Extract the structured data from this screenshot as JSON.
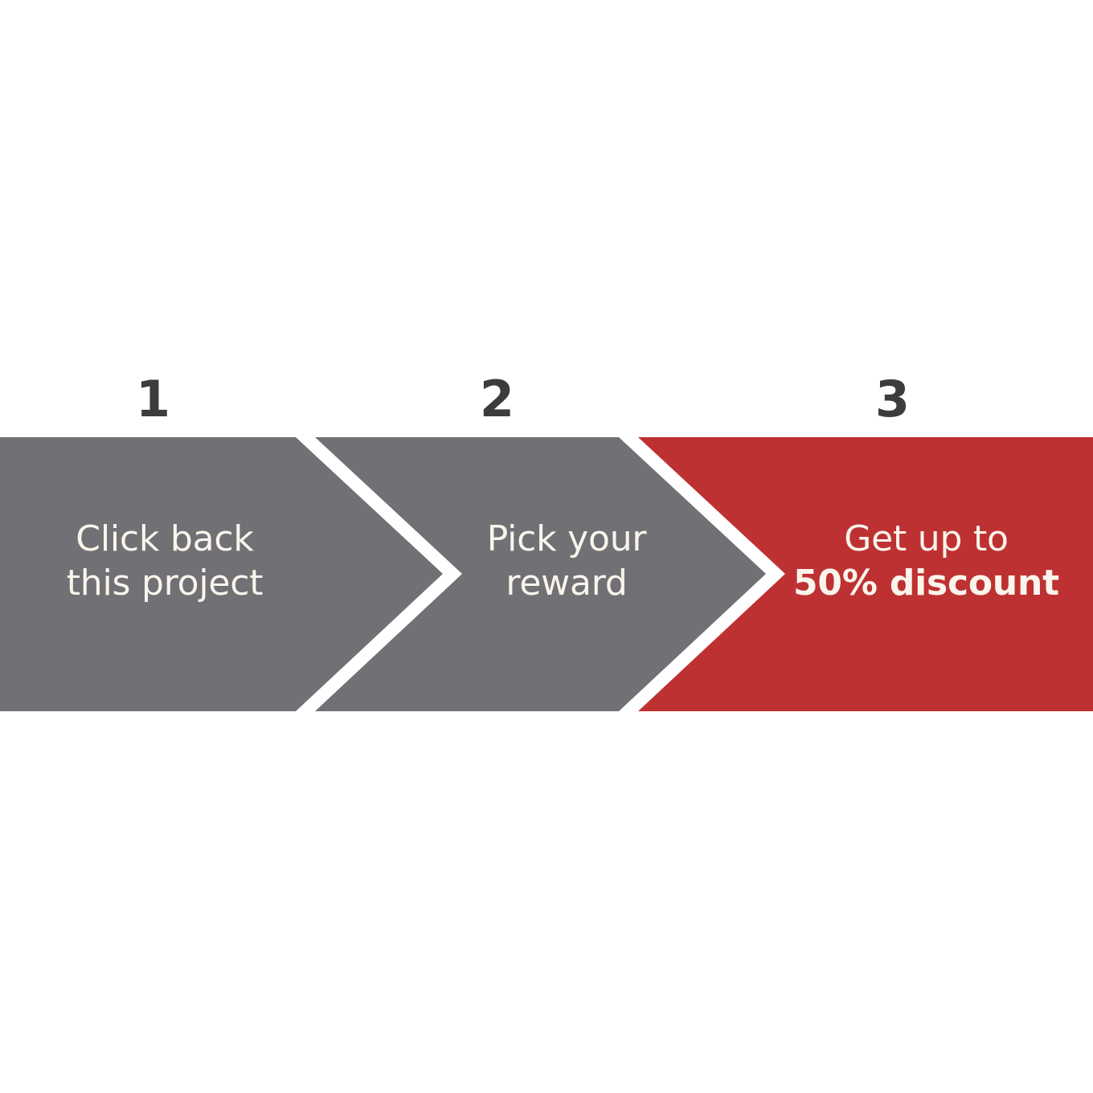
{
  "diagram": {
    "type": "chevron-process",
    "orientation": "horizontal",
    "background_color": "#FFFFFF",
    "step_number_color": "#3C3C3E",
    "label_text_color": "#FAF5EC",
    "separator_color": "#FFFFFF",
    "steps": [
      {
        "number": "1",
        "fill_color": "#717175",
        "state": "default",
        "lines": [
          {
            "text": "Click back",
            "emphasis": "regular"
          },
          {
            "text": "this project",
            "emphasis": "regular"
          }
        ]
      },
      {
        "number": "2",
        "fill_color": "#717175",
        "state": "default",
        "lines": [
          {
            "text": "Pick your",
            "emphasis": "regular"
          },
          {
            "text": "reward",
            "emphasis": "regular"
          }
        ]
      },
      {
        "number": "3",
        "fill_color": "#BE3132",
        "state": "highlighted",
        "lines": [
          {
            "text": "Get up to",
            "emphasis": "regular"
          },
          {
            "text": "50% discount",
            "emphasis": "bold"
          }
        ]
      }
    ]
  }
}
